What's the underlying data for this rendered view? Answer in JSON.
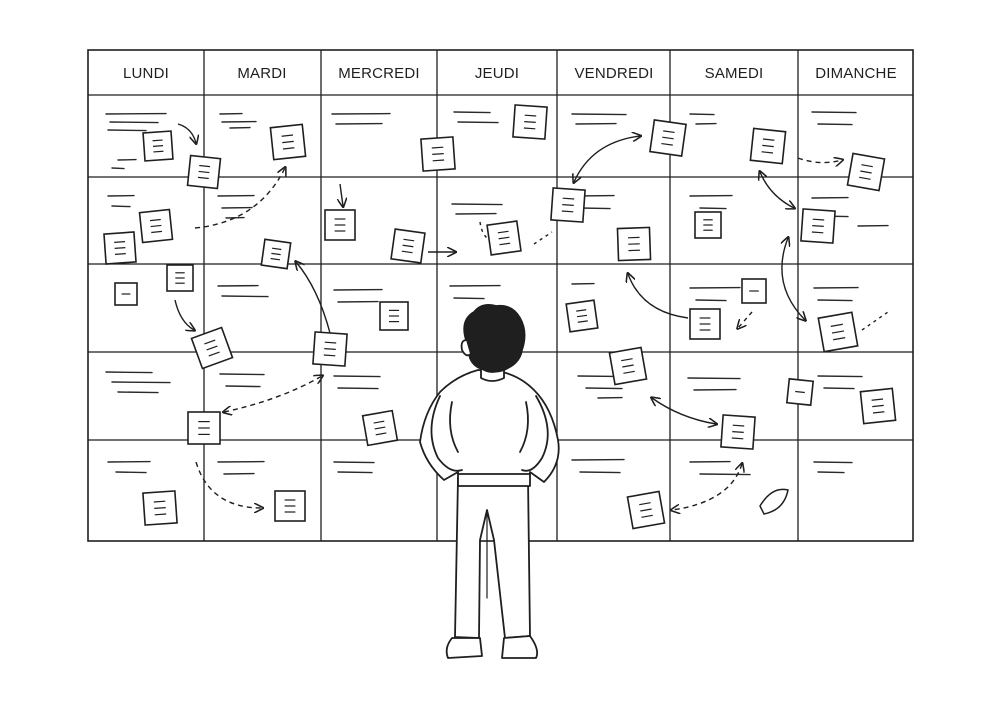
{
  "calendar": {
    "days": [
      "LUNDI",
      "MARDI",
      "MERCREDI",
      "JEUDI",
      "VENDREDI",
      "SAMEDI",
      "DIMANCHE"
    ],
    "rows": 5
  },
  "illustration": {
    "ink_color": "#1f1f1f",
    "paper_color": "#ffffff",
    "figure": "person-seen-from-behind-hands-on-hips"
  }
}
